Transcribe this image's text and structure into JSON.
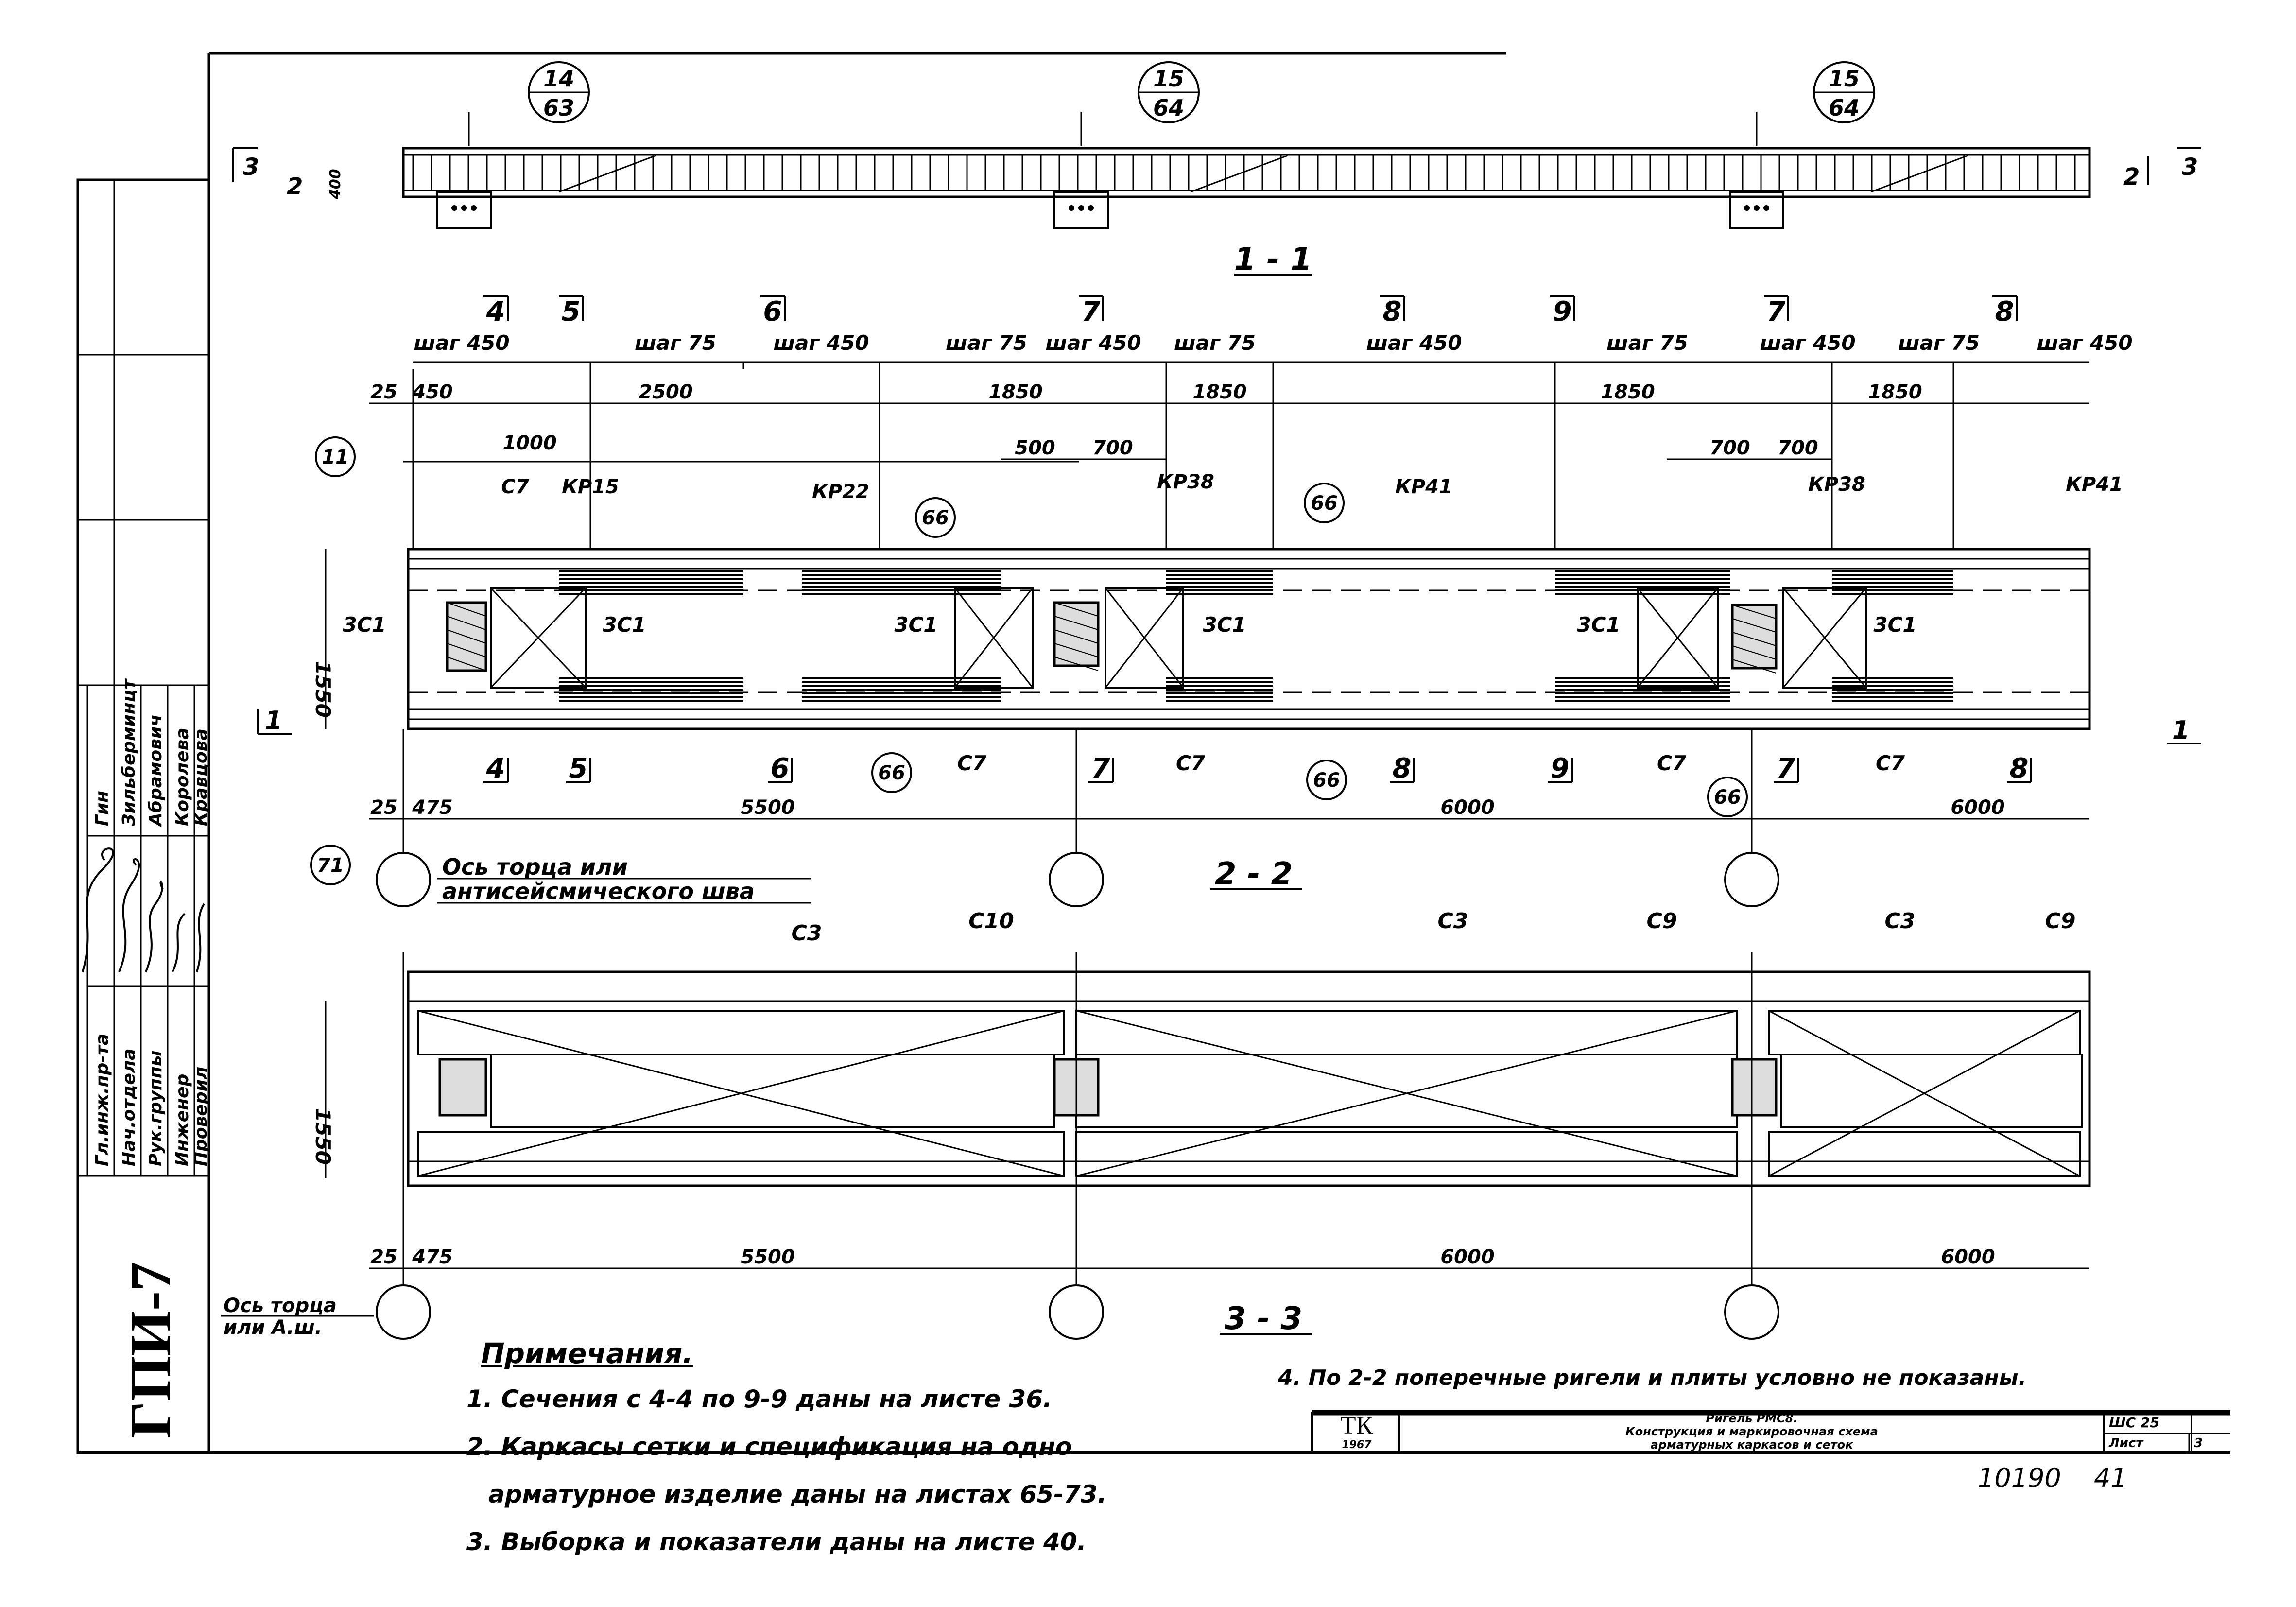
{
  "side_stamp": {
    "org": "ГПИ-7",
    "roles": [
      "Гл.инж.пр-та",
      "Нач.отдела",
      "Рук.группы",
      "Инженер",
      "Проверил"
    ],
    "names": [
      "Гин",
      "Зильберминцт",
      "Абрамович",
      "Королева",
      "Кравцова"
    ]
  },
  "section_titles": {
    "s11": "1 - 1",
    "s22": "2 - 2",
    "s33": "3 - 3"
  },
  "top_section": {
    "callouts": [
      {
        "num": "14",
        "sheet": "63"
      },
      {
        "num": "15",
        "sheet": "64"
      },
      {
        "num": "15",
        "sheet": "64"
      }
    ],
    "left_marks": {
      "cut": "3",
      "sec": "2",
      "height": "400"
    },
    "right_marks": {
      "sec": "2",
      "cut": "3"
    }
  },
  "plan_22": {
    "section_marks_top": [
      "4",
      "5",
      "6",
      "7",
      "8",
      "9",
      "7",
      "8"
    ],
    "steps": [
      "шаг 450",
      "шаг 75",
      "шаг 450",
      "шаг 75",
      "шаг 450",
      "шаг 75",
      "шаг 450",
      "шаг 75",
      "шаг 450",
      "шаг 75",
      "шаг 450"
    ],
    "dims_row1": [
      "25",
      "450",
      "2500",
      "1850",
      "1850",
      "1850",
      "1850"
    ],
    "dims_row2": [
      "1000",
      "500",
      "700",
      "700",
      "700"
    ],
    "cages": [
      "С7",
      "КР15",
      "КР22",
      "КР38",
      "КР41",
      "КР38",
      "КР41"
    ],
    "markers": [
      "11",
      "66",
      "66",
      "66",
      "66",
      "66",
      "71"
    ],
    "labels_3c1": [
      "3С1",
      "3С1",
      "3С1",
      "3С1",
      "3С1",
      "3С1"
    ],
    "labels_c7": [
      "С7",
      "С7",
      "С7",
      "С7"
    ],
    "height": "1550",
    "section_marks_bottom": [
      "4",
      "5",
      "6",
      "7",
      "8",
      "9",
      "7",
      "8"
    ],
    "bottom_dims": [
      "25",
      "475",
      "5500",
      "6000",
      "6000"
    ],
    "left_cut": "1",
    "right_cut": "1",
    "axis_note_line1": "Ось торца или",
    "axis_note_line2": "антисейсмического шва"
  },
  "plan_33": {
    "labels": [
      "С3",
      "С10",
      "С3",
      "С9",
      "С3",
      "С9"
    ],
    "height": "1550",
    "bottom_dims": [
      "25",
      "475",
      "5500",
      "6000",
      "6000"
    ],
    "axis_note_line1": "Ось торца",
    "axis_note_line2": "или А.ш."
  },
  "notes": {
    "title": "Примечания.",
    "items": [
      "1. Сечения с 4-4 по 9-9 даны на листе 36.",
      "2. Каркасы сетки и спецификация на одно",
      "арматурное изделие даны на листах 65-73.",
      "3. Выборка и показатели даны на листе 40."
    ],
    "item4": "4. По 2-2 поперечные ригели и плиты условно не показаны."
  },
  "title_block": {
    "logo": "ТК",
    "year": "1967",
    "line1": "Ригель РМС8.",
    "line2": "Конструкция и маркировочная схема",
    "line3": "арматурных каркасов и сеток",
    "series": "ШС 25",
    "sheet_label": "Лист",
    "sheet_no": "3"
  },
  "footer": {
    "code": "10190",
    "num": "41"
  }
}
